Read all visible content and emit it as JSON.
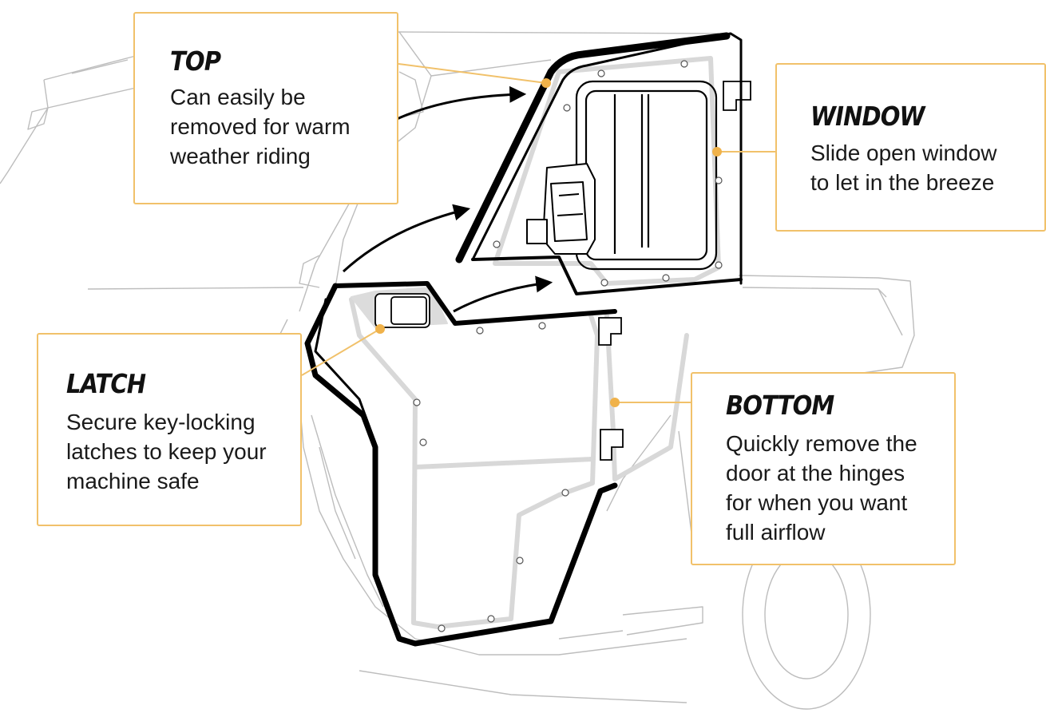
{
  "colors": {
    "accent": "#f1c16a",
    "leader_dot": "#f0b24a",
    "door_outline": "#000000",
    "inner_frame": "#d8d8d8",
    "vehicle_line": "#bdbdbd",
    "text": "#1a1a1a"
  },
  "callouts": {
    "top": {
      "title": "TOP",
      "description": "Can easily be\nremoved for warm\nweather riding"
    },
    "window": {
      "title": "WINDOW",
      "description": "Slide open window\nto let in the breeze"
    },
    "latch": {
      "title": "LATCH",
      "description": "Secure key-locking\nlatches to keep your\nmachine safe"
    },
    "bottom": {
      "title": "BOTTOM",
      "description": "Quickly remove the\ndoor at the hinges\nfor when you want\nfull airflow"
    }
  }
}
